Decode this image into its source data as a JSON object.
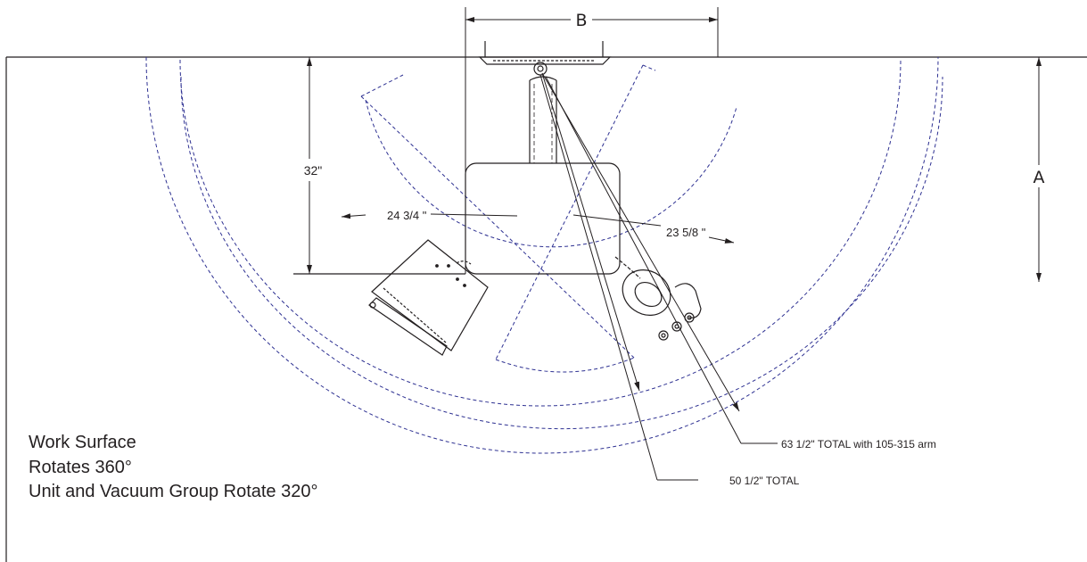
{
  "dimensions": {
    "width_label": "B",
    "height_label": "A",
    "depth": "32\"",
    "left_reach": "24 3/4 \"",
    "right_reach": "23 5/8 \"",
    "total_reach": "50 1/2\" TOTAL",
    "total_reach_long_arm": "63 1/2\" TOTAL with 105-315 arm"
  },
  "notes": {
    "line1": "Work Surface",
    "line2": "Rotates 360°",
    "line3": "Unit and Vacuum Group Rotate 320°"
  },
  "colors": {
    "ink": "#231f20",
    "swing_path": "#2e3192"
  }
}
